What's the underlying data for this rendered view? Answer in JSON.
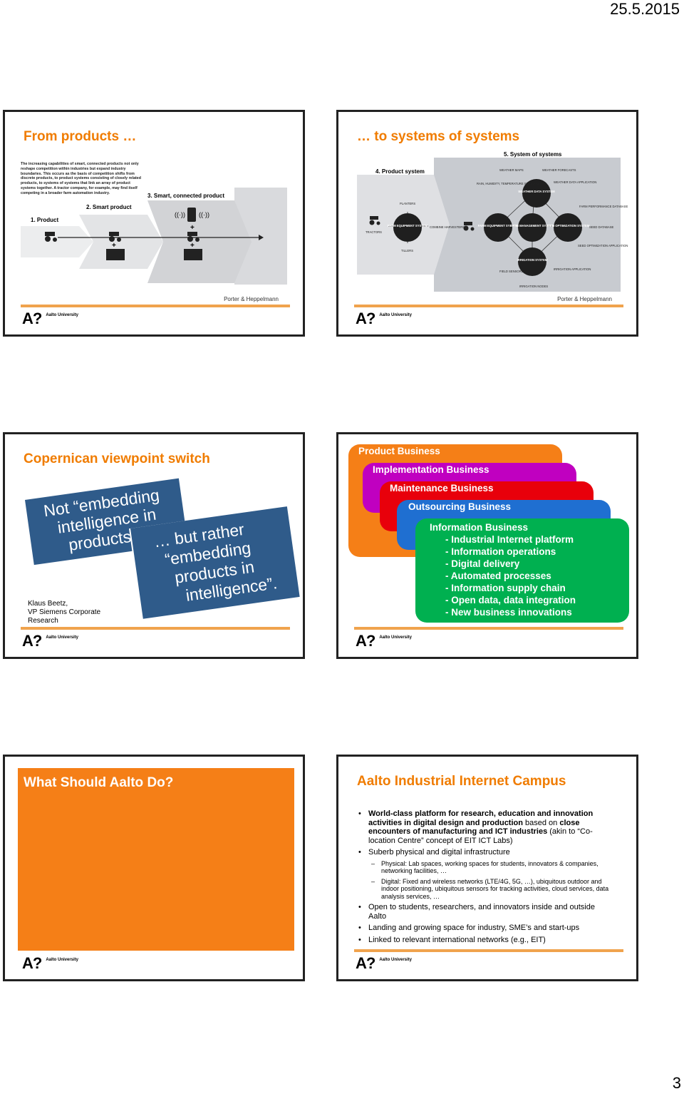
{
  "header": {
    "date": "25.5.2015"
  },
  "footer": {
    "page_number": "3"
  },
  "logo": {
    "mark": "A?",
    "name": "Aalto University"
  },
  "slides": {
    "s1": {
      "title": "From products …",
      "intro_text": "The increasing capabilities of smart, connected products not only reshape competition within industries but expand industry boundaries. This occurs as the basis of competition shifts from discrete products, to product systems consisting of closely related products, to systems of systems that link an array of product systems together. A tractor company, for example, may find itself competing in a broader farm automation industry.",
      "stages": [
        "1. Product",
        "2. Smart product",
        "3. Smart, connected product"
      ],
      "credit": "Porter & Heppelmann"
    },
    "s2": {
      "title": "… to systems of systems",
      "stage4": "4. Product system",
      "stage5": "5. System of systems",
      "nodes": {
        "tractors": "TRACTORS",
        "planters": "PLANTERS",
        "tillers": "TILLERS",
        "farm_equipment": "FARM EQUIPMENT SYSTEM",
        "combine": "COMBINE HARVESTERS",
        "farm_equipment2": "FARM EQUIPMENT SYSTEM",
        "farm_management": "FARM MANAGEMENT SYSTEM",
        "weather_data": "WEATHER DATA SYSTEM",
        "seed_optimization": "SEED OPTIMIZATION SYSTEM",
        "irrigation": "IRRIGATION SYSTEM",
        "weather_maps": "WEATHER MAPS",
        "weather_forecasts": "WEATHER FORECASTS",
        "rain_sensors": "RAIN, HUMIDITY, TEMPERATURE SENSORS",
        "weather_app": "WEATHER DATA APPLICATION",
        "farm_perf_db": "FARM PERFORMANCE DATABASE",
        "seed_db": "SEED DATABASE",
        "seed_app": "SEED OPTIMIZATION APPLICATION",
        "field_sensors": "FIELD SENSORS",
        "irrigation_app": "IRRIGATION APPLICATION",
        "irrigation_nodes": "IRRIGATION NODES"
      },
      "credit": "Porter & Heppelmann"
    },
    "s3": {
      "title": "Copernican viewpoint switch",
      "quote_a": [
        "Not “embedding",
        "intelligence in",
        "products"
      ],
      "quote_b": [
        "… but rather",
        "“embedding",
        "products in",
        "intelligence”."
      ],
      "attribution": [
        "Klaus Beetz,",
        "VP Siemens Corporate",
        "Research"
      ]
    },
    "s4": {
      "layers": [
        "Product Business",
        "Implementation Business",
        "Maintenance Business",
        "Outsourcing  Business"
      ],
      "info_title": "Information Business",
      "info_items": [
        "- Industrial Internet platform",
        "- Information operations",
        "- Digital delivery",
        "- Automated processes",
        "- Information supply chain",
        "- Open data, data integration",
        "- New business innovations"
      ],
      "colors": {
        "orange": "#f57f17",
        "magenta": "#c000c0",
        "red": "#e8000b",
        "blue": "#1f6fd1",
        "green": "#00b050"
      }
    },
    "s5": {
      "title": "What Should Aalto Do?",
      "bg": "#f57f17"
    },
    "s6": {
      "title": "Aalto Industrial Internet Campus",
      "b1_bold": "World-class platform for research, education and innovation activities in digital design and production",
      "b1_mid": " based on ",
      "b1_bold2": "close encounters of manufacturing and ICT industries",
      "b1_tail": " (akin to “Co-location Centre” concept of EIT ICT Labs)",
      "b2": "Suberb physical and digital infrastructure",
      "b2_d1": "Physical: Lab spaces, working spaces for students, innovators & companies, networking facilities, …",
      "b2_d2": "Digital: Fixed and wireless networks (LTE/4G, 5G, …), ubiquitous outdoor and indoor positioning, ubiquitous sensors for tracking activities, cloud services, data analysis services, …",
      "b3": "Open to students, researchers, and innovators inside and outside Aalto",
      "b4": "Landing and growing space for industry, SME’s and start-ups",
      "b5": "Linked to relevant international networks (e.g., EIT)"
    }
  }
}
